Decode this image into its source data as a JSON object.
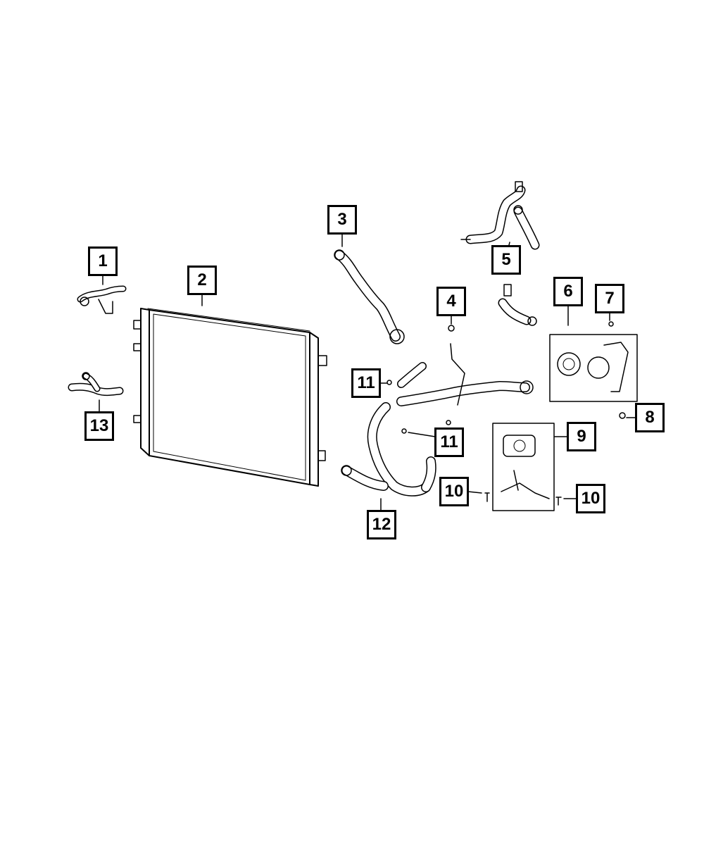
{
  "diagram": {
    "callouts": [
      {
        "id": "c1",
        "label": "1"
      },
      {
        "id": "c2",
        "label": "2"
      },
      {
        "id": "c3",
        "label": "3"
      },
      {
        "id": "c4",
        "label": "4"
      },
      {
        "id": "c5",
        "label": "5"
      },
      {
        "id": "c6",
        "label": "6"
      },
      {
        "id": "c7",
        "label": "7"
      },
      {
        "id": "c8",
        "label": "8"
      },
      {
        "id": "c9",
        "label": "9"
      },
      {
        "id": "c10a",
        "label": "10"
      },
      {
        "id": "c10b",
        "label": "10"
      },
      {
        "id": "c11a",
        "label": "11"
      },
      {
        "id": "c11b",
        "label": "11"
      },
      {
        "id": "c12",
        "label": "12"
      },
      {
        "id": "c13",
        "label": "13"
      }
    ]
  }
}
